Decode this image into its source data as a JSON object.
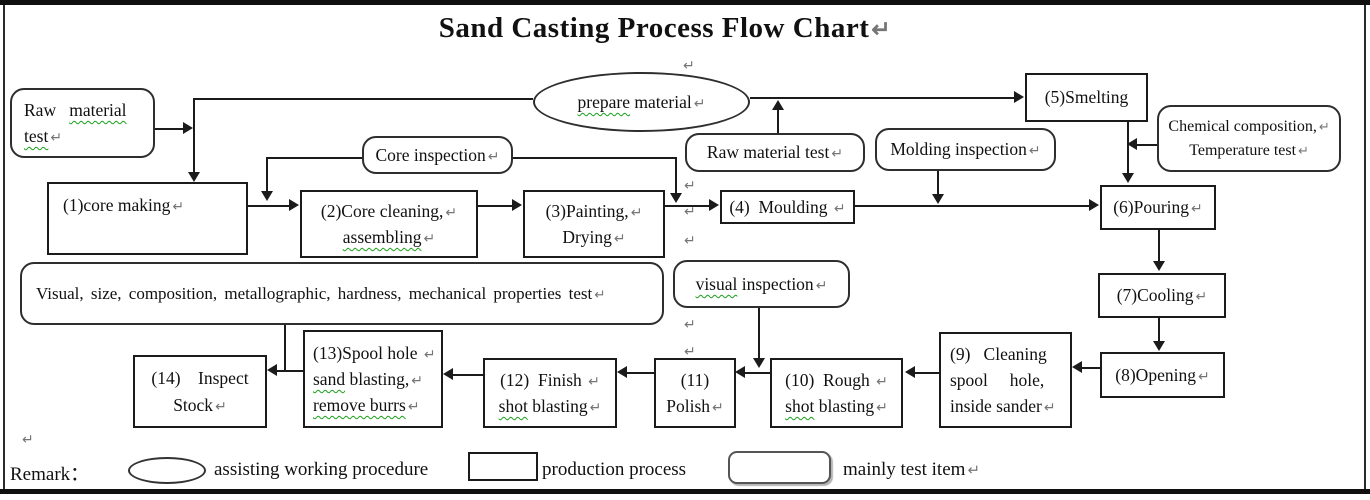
{
  "title": "Sand Casting Process Flow Chart",
  "pilcrow": "↵",
  "colors": {
    "line": "#1b1b1b",
    "squiggle": "#18a018",
    "paragraph_mark": "#757575",
    "background": "#ffffff"
  },
  "nodes": {
    "raw_test_left": {
      "w1": "Raw   ",
      "w2": "material",
      "l2": "test"
    },
    "prepare": {
      "w1": "prepare",
      "w2": " material"
    },
    "smelting": {
      "t": "(5)Smelting"
    },
    "chem": {
      "l1": "Chemical composition,",
      "l2": "Temperature test"
    },
    "molding_inspection": {
      "t": "Molding inspection"
    },
    "raw_test_mid": {
      "t": "Raw material test"
    },
    "core_inspection": {
      "t": "Core inspection"
    },
    "n1": {
      "t": "(1)core making"
    },
    "n2": {
      "l1": "(2)Core cleaning,",
      "l2": "assembling"
    },
    "n3": {
      "l1": "(3)Painting,",
      "l2": "Drying"
    },
    "n4": {
      "t": "(4)  Moulding "
    },
    "n6": {
      "t": "(6)Pouring"
    },
    "n7": {
      "t": "(7)Cooling"
    },
    "n8": {
      "t": "(8)Opening"
    },
    "n9": {
      "l1": "(9)   Cleaning",
      "l2": "spool     hole,",
      "l3": "inside sander"
    },
    "visual_test": {
      "t": "Visual, size, composition, metallographic, hardness, mechanical properties test"
    },
    "visual_inspection": {
      "w1": "visual",
      "w2": " inspection"
    },
    "n10": {
      "l1": "(10)  Rough ",
      "l2a": "shot",
      "l2b": " blasting"
    },
    "n11": {
      "l1": "(11)",
      "l2": "Polish"
    },
    "n12": {
      "l1": "(12)  Finish ",
      "l2a": "shot",
      "l2b": " blasting"
    },
    "n13": {
      "l1": "(13)Spool hole ",
      "l2a": "sand",
      "l2b": " blasting,",
      "l3a": "remove burrs"
    },
    "n14": {
      "l1": "(14)    Inspect",
      "l2": "Stock"
    }
  },
  "legend": {
    "remark": "Remark：",
    "ellipse_label": "assisting working procedure",
    "rect_label": "production process",
    "rounded_label": "mainly test item"
  }
}
